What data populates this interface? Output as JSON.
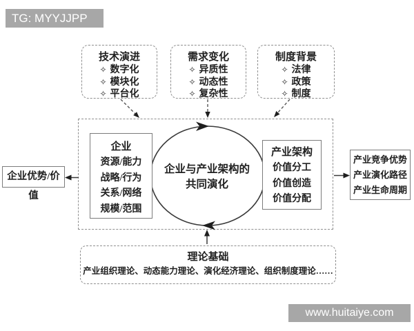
{
  "watermarks": {
    "top_left": "TG: MYYJJPP",
    "bottom_right": "www.huitaiye.com"
  },
  "bullet_glyph": "✧",
  "top_boxes": [
    {
      "title": "技术演进",
      "items": [
        "数字化",
        "模块化",
        "平台化"
      ]
    },
    {
      "title": "需求变化",
      "items": [
        "异质性",
        "动态性",
        "复杂性"
      ]
    },
    {
      "title": "制度背景",
      "items": [
        "法律",
        "政策",
        "制度"
      ]
    }
  ],
  "enterprise_box": {
    "title": "企业",
    "items": [
      "资源/能力",
      "战略/行为",
      "关系/网络",
      "规模/范围"
    ]
  },
  "industry_box": {
    "title": "产业架构",
    "items": [
      "价值分工",
      "价值创造",
      "价值分配"
    ]
  },
  "center_label": {
    "line1": "企业与产业架构的",
    "line2": "共同演化"
  },
  "left_outcome": {
    "label": "企业优势/价值"
  },
  "right_outcome": {
    "items": [
      "产业竞争优势",
      "产业演化路径",
      "产业生命周期"
    ]
  },
  "foundation": {
    "title": "理论基础",
    "body": "产业组织理论、动态能力理论、演化经济理论、组织制度理论……"
  },
  "colors": {
    "line": "#3a3a3a",
    "dashed_border": "#8e8e8e",
    "text": "#1f1f1f",
    "watermark_bg": "#a7a7a7",
    "watermark_text": "#ffffff",
    "background": "#ffffff"
  }
}
